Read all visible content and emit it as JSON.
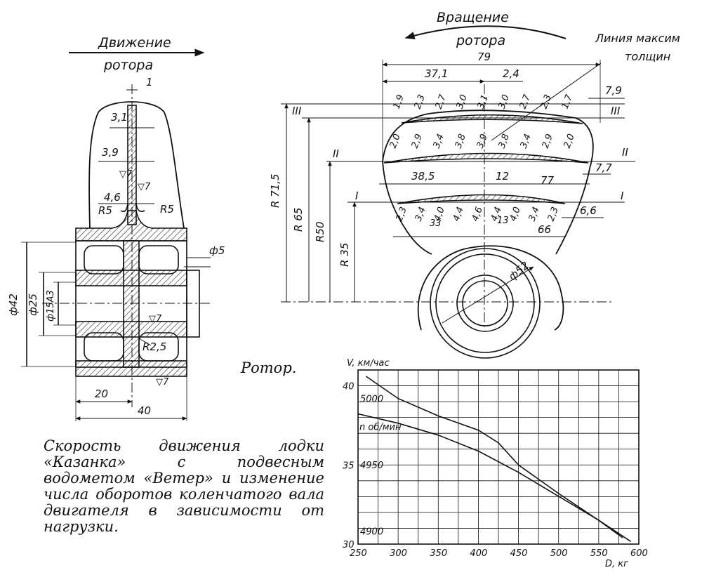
{
  "left_drawing": {
    "motion_label_1": "Движение",
    "motion_label_2": "ротора",
    "dims": {
      "top_width": "1",
      "d_3_1": "3,1",
      "d_3_9": "3,9",
      "d_4_6": "4,6",
      "r5_left": "R5",
      "r5_right": "R5",
      "phi5": "ф5",
      "phi42": "ф42",
      "phi25": "ф25",
      "phi15": "ф15А3",
      "r2_5": "R2,5",
      "w20": "20",
      "w40": "40",
      "finish_1": "▽7",
      "finish_2": "▽7",
      "finish_3": "▽7",
      "finish_4": "▽7"
    }
  },
  "right_drawing": {
    "rotation_label_1": "Вращение",
    "rotation_label_2": "ротора",
    "max_thickness_1": "Линия максим",
    "max_thickness_2": "толщин",
    "total_width": "79",
    "w37_1": "37,1",
    "w2_4": "2,4",
    "w7_9": "7,9",
    "section_III_values": [
      "1,9",
      "2,3",
      "2,7",
      "3,0",
      "3,1",
      "3,0",
      "2,7",
      "2,3",
      "1,7"
    ],
    "section_II_values": [
      "2,0",
      "2,9",
      "3,4",
      "3,8",
      "3,9",
      "3,8",
      "3,4",
      "2,9",
      "2,0"
    ],
    "section_I_values": [
      "2,3",
      "3,4",
      "4,0",
      "4,4",
      "4,6",
      "4,4",
      "4,0",
      "3,4",
      "2,3"
    ],
    "w38_5": "38,5",
    "w12": "12",
    "w77": "77",
    "w7_7": "7,7",
    "w33": "33",
    "w13": "13",
    "w66": "66",
    "w6_6": "6,6",
    "section_I": "I",
    "section_II": "II",
    "section_III": "III",
    "r71_5": "R 71,5",
    "r65": "R 65",
    "r50": "R50",
    "r35": "R 35",
    "phi52": "ф52"
  },
  "rotor_caption": "Ротор.",
  "caption": "Скорость движения лодки «Казанка» с подвесным водометом «Ветер» и изменение числа оборотов коленчатого вала двигателя в зависимости от нагрузки.",
  "chart_data": {
    "type": "line",
    "title": "",
    "xlabel": "D, кг",
    "ylabel": "V, км/час",
    "y2label": "n об/мин",
    "xlim": [
      250,
      600
    ],
    "ylim": [
      30,
      41
    ],
    "y2lim": [
      4900,
      5000
    ],
    "x_ticks": [
      "250",
      "300",
      "350",
      "400",
      "450",
      "500",
      "550",
      "600"
    ],
    "y_ticks": [
      "30",
      "35",
      "40"
    ],
    "y2_ticks": [
      "4900",
      "4950",
      "5000"
    ],
    "grid": true,
    "series": [
      {
        "axis": "left",
        "x": [
          260,
          300,
          350,
          400,
          425,
          450,
          500,
          550,
          580
        ],
        "values": [
          40.6,
          39.2,
          38.1,
          37.2,
          36.4,
          35.0,
          33.2,
          31.5,
          30.4
        ]
      },
      {
        "axis": "right",
        "x": [
          250,
          300,
          350,
          400,
          450,
          500,
          550,
          590
        ],
        "values": [
          4992,
          4985,
          4976,
          4964,
          4948,
          4930,
          4912,
          4896
        ]
      }
    ]
  }
}
